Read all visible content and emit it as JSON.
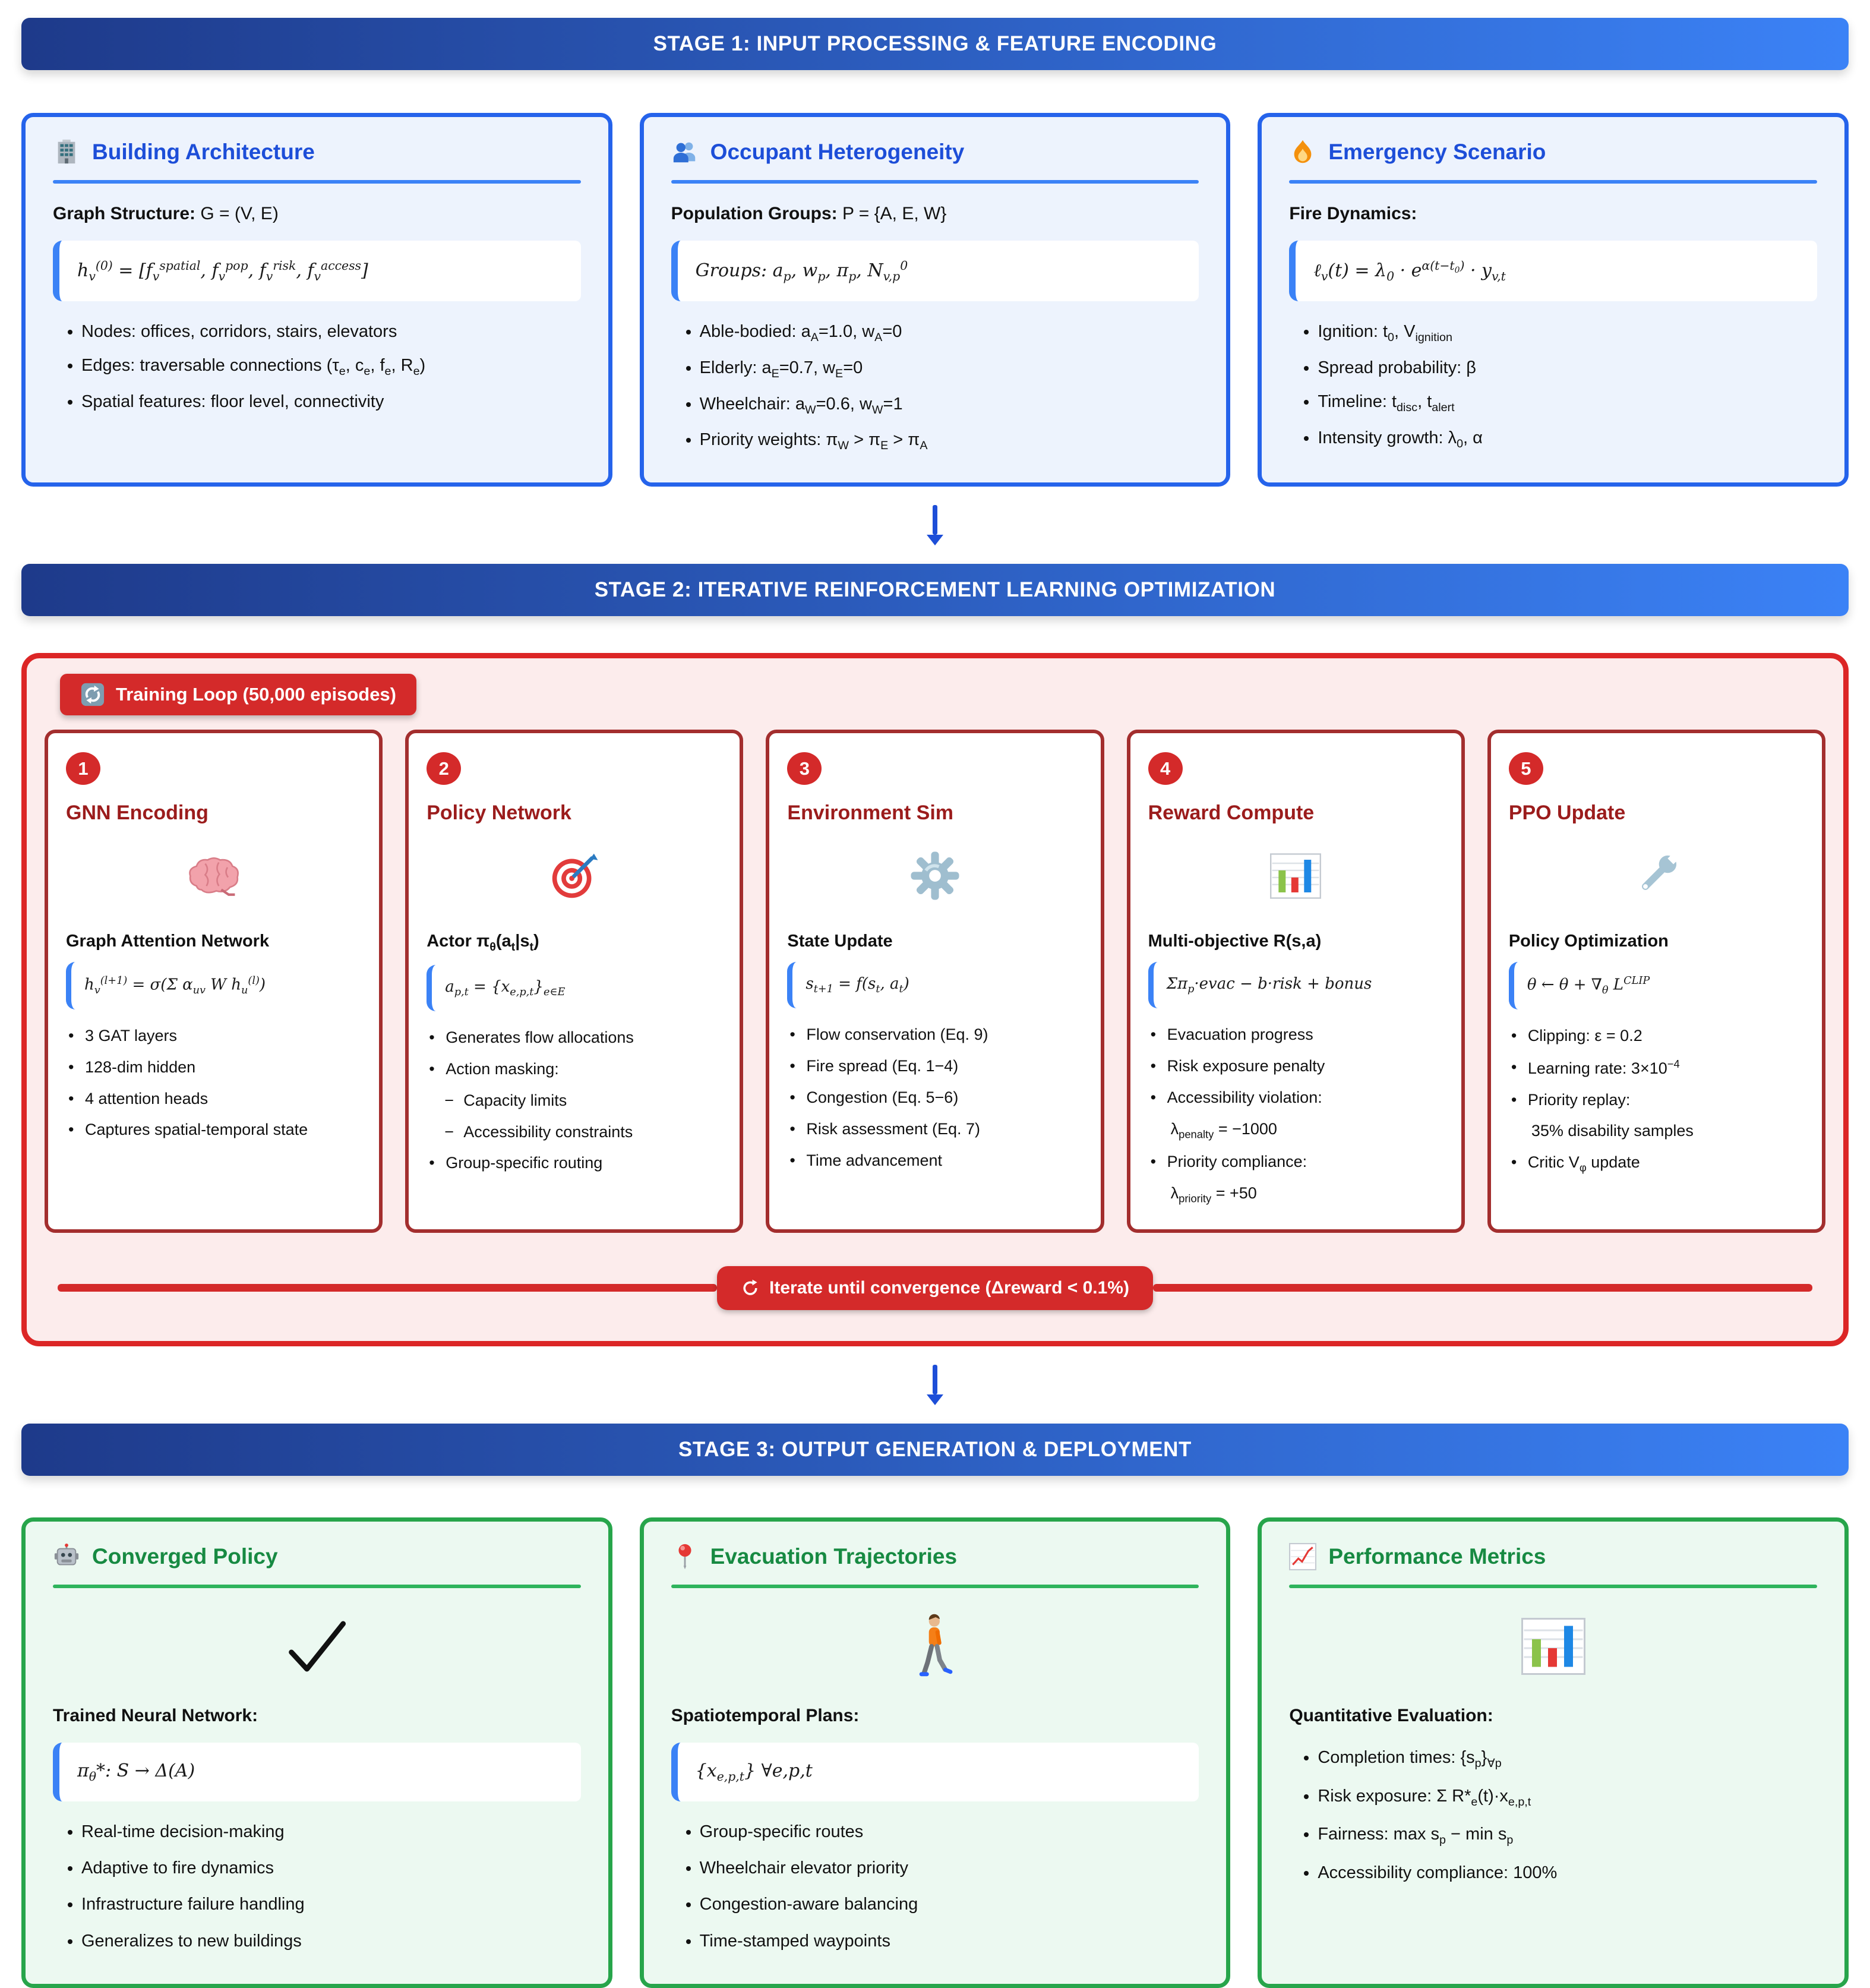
{
  "colors": {
    "stage_header_gradient_start": "#1e3a8a",
    "stage_header_gradient_end": "#3b82f6",
    "input_border": "#2563eb",
    "input_title": "#1d4ed8",
    "input_bg": "#edf3fd",
    "formula_accent": "#3b82f6",
    "loop_border": "#dc2626",
    "loop_bg": "#fcecec",
    "step_border": "#a32e2e",
    "step_title": "#9b1c1c",
    "badge_red": "#d42a2a",
    "output_border": "#27a54b",
    "output_title": "#178a42",
    "output_bg": "#ecf9f1",
    "arrow_blue": "#1d4ed8"
  },
  "stage1": {
    "header": "STAGE 1: INPUT PROCESSING & FEATURE ENCODING",
    "cards": [
      {
        "icon": "building-icon",
        "title": "Building Architecture",
        "intro_label": "Graph Structure:",
        "intro_value": " G = (V, E)",
        "formula": "h<sub>v</sub><sup>(0)</sup> = [f<sub>v</sub><sup>spatial</sup>, f<sub>v</sub><sup>pop</sup>, f<sub>v</sub><sup>risk</sup>, f<sub>v</sub><sup>access</sup>]",
        "bullets": [
          "Nodes: offices, corridors, stairs, elevators",
          "Edges: traversable connections (τ<sub>e</sub>, c<sub>e</sub>, f<sub>e</sub>, R<sub>e</sub>)",
          "Spatial features: floor level, connectivity"
        ]
      },
      {
        "icon": "people-icon",
        "title": "Occupant Heterogeneity",
        "intro_label": "Population Groups:",
        "intro_value": " P = {A, E, W}",
        "formula": "Groups: a<sub>p</sub>, w<sub>p</sub>, π<sub>p</sub>, N<sub>v,p</sub><sup>0</sup>",
        "bullets": [
          "Able-bodied: a<sub>A</sub>=1.0, w<sub>A</sub>=0",
          "Elderly: a<sub>E</sub>=0.7, w<sub>E</sub>=0",
          "Wheelchair: a<sub>W</sub>=0.6, w<sub>W</sub>=1",
          "Priority weights: π<sub>W</sub> &gt; π<sub>E</sub> &gt; π<sub>A</sub>"
        ]
      },
      {
        "icon": "fire-icon",
        "title": "Emergency Scenario",
        "intro_label": "Fire Dynamics:",
        "intro_value": "",
        "formula": "ℓ<sub>v</sub>(t) = λ<sub>0</sub> · e<sup>α(t−t<sub>0</sub>)</sup> · y<sub>v,t</sub>",
        "bullets": [
          "Ignition: t<sub>0</sub>, V<sub>ignition</sub>",
          "Spread probability: β",
          "Timeline: t<sub>disc</sub>, t<sub>alert</sub>",
          "Intensity growth: λ<sub>0</sub>, α"
        ]
      }
    ]
  },
  "stage2": {
    "header": "STAGE 2: ITERATIVE REINFORCEMENT LEARNING OPTIMIZATION",
    "loop_badge": "Training Loop (50,000 episodes)",
    "convergence": "Iterate until convergence (Δreward < 0.1%)",
    "steps": [
      {
        "number": "1",
        "title": "GNN Encoding",
        "icon": "brain-icon",
        "subtitle": "Graph Attention Network",
        "formula": "h<sub>v</sub><sup>(l+1)</sup> = σ(Σ α<sub>uv</sub> W h<sub>u</sub><sup>(l)</sup>)",
        "lines": [
          {
            "type": "bullet",
            "text": "3 GAT layers"
          },
          {
            "type": "bullet",
            "text": "128-dim hidden"
          },
          {
            "type": "bullet",
            "text": "4 attention heads"
          },
          {
            "type": "bullet",
            "text": "Captures spatial-temporal state"
          }
        ]
      },
      {
        "number": "2",
        "title": "Policy Network",
        "icon": "target-icon",
        "subtitle": "Actor π<sub>θ</sub>(a<sub>t</sub>|s<sub>t</sub>)",
        "formula": "a<sub>p,t</sub> = {x<sub>e,p,t</sub>}<sub>e∈E</sub>",
        "lines": [
          {
            "type": "bullet",
            "text": "Generates flow allocations"
          },
          {
            "type": "bullet",
            "text": "Action masking:"
          },
          {
            "type": "dash",
            "text": "Capacity limits"
          },
          {
            "type": "dash",
            "text": "Accessibility constraints"
          },
          {
            "type": "bullet",
            "text": "Group-specific routing"
          }
        ]
      },
      {
        "number": "3",
        "title": "Environment Sim",
        "icon": "gear-icon",
        "subtitle": "State Update",
        "formula": "s<sub>t+1</sub> = f(s<sub>t</sub>, a<sub>t</sub>)",
        "lines": [
          {
            "type": "bullet",
            "text": "Flow conservation (Eq. 9)"
          },
          {
            "type": "bullet",
            "text": "Fire spread (Eq. 1−4)"
          },
          {
            "type": "bullet",
            "text": "Congestion (Eq. 5−6)"
          },
          {
            "type": "bullet",
            "text": "Risk assessment (Eq. 7)"
          },
          {
            "type": "bullet",
            "text": "Time advancement"
          }
        ]
      },
      {
        "number": "4",
        "title": "Reward Compute",
        "icon": "bar-chart-icon",
        "subtitle": "Multi-objective R(s,a)",
        "formula": "Σπ<sub>p</sub>·evac − b·risk + bonus",
        "lines": [
          {
            "type": "bullet",
            "text": "Evacuation progress"
          },
          {
            "type": "bullet",
            "text": "Risk exposure penalty"
          },
          {
            "type": "bullet",
            "text": "Accessibility violation:"
          },
          {
            "type": "cont",
            "text": "λ<sub>penalty</sub> = −1000"
          },
          {
            "type": "bullet",
            "text": "Priority compliance:"
          },
          {
            "type": "cont",
            "text": "λ<sub>priority</sub> = +50"
          }
        ]
      },
      {
        "number": "5",
        "title": "PPO Update",
        "icon": "wrench-icon",
        "subtitle": "Policy Optimization",
        "formula": "θ ← θ + ∇<sub>θ</sub> L<sup>CLIP</sup>",
        "lines": [
          {
            "type": "bullet",
            "text": "Clipping: ε = 0.2"
          },
          {
            "type": "bullet",
            "text": "Learning rate: 3×10<sup>−4</sup>"
          },
          {
            "type": "bullet",
            "text": "Priority replay:"
          },
          {
            "type": "cont",
            "text": "35% disability samples"
          },
          {
            "type": "bullet",
            "text": "Critic V<sub>φ</sub> update"
          }
        ]
      }
    ]
  },
  "stage3": {
    "header": "STAGE 3: OUTPUT GENERATION & DEPLOYMENT",
    "cards": [
      {
        "icon": "robot-icon",
        "big_icon": "check-icon",
        "title": "Converged Policy",
        "label": "Trained Neural Network:",
        "formula": "π<sub>θ</sub>*: S → Δ(A)",
        "bullets": [
          "Real-time decision-making",
          "Adaptive to fire dynamics",
          "Infrastructure failure handling",
          "Generalizes to new buildings"
        ]
      },
      {
        "icon": "pushpin-icon",
        "big_icon": "pedestrian-icon",
        "title": "Evacuation Trajectories",
        "label": "Spatiotemporal Plans:",
        "formula": "{x<sub>e,p,t</sub>} ∀e,p,t",
        "bullets": [
          "Group-specific routes",
          "Wheelchair elevator priority",
          "Congestion-aware balancing",
          "Time-stamped waypoints"
        ]
      },
      {
        "icon": "chart-up-icon",
        "big_icon": "bar-chart-icon",
        "title": "Performance Metrics",
        "label": "Quantitative Evaluation:",
        "formula": "",
        "bullets": [
          "Completion times: {s<sub>p</sub>}<sub>∀p</sub>",
          "Risk exposure: Σ R*<sub>e</sub>(t)·x<sub>e,p,t</sub>",
          "Fairness: max s<sub>p</sub> − min s<sub>p</sub>",
          "Accessibility compliance: 100%"
        ]
      }
    ]
  }
}
